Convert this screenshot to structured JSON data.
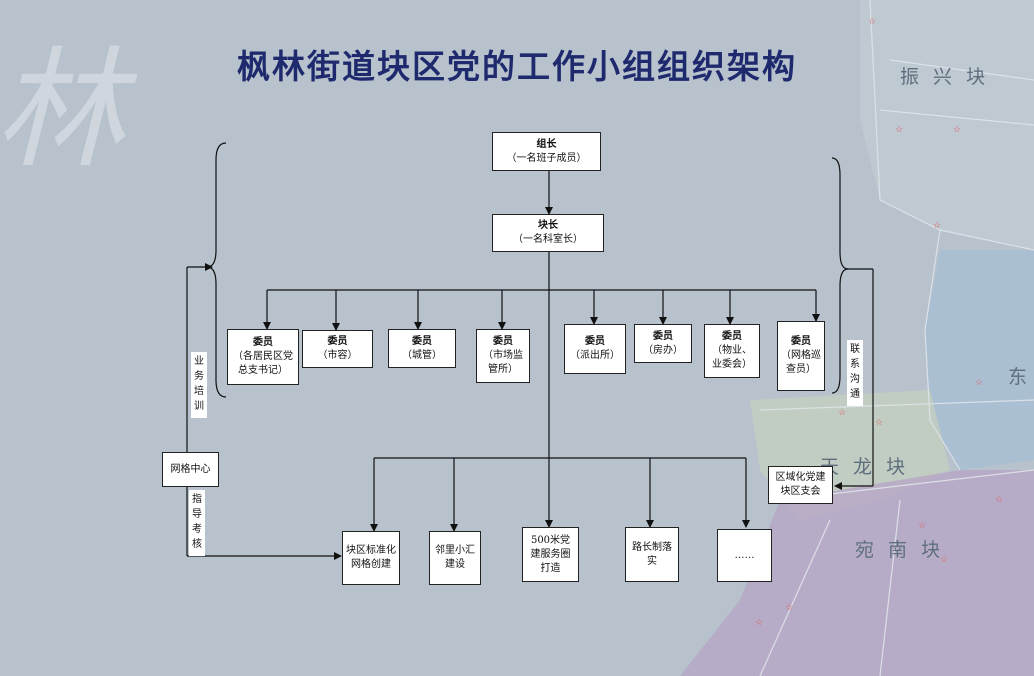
{
  "title": "枫林街道块区党的工作小组组织架构",
  "watermark": "林",
  "leader": {
    "title": "组长",
    "sub": "（一名班子成员）"
  },
  "block_leader": {
    "title": "块长",
    "sub": "（一名科室长）"
  },
  "members": [
    {
      "title": "委员",
      "sub": "（各居民区党总支书记）"
    },
    {
      "title": "委员",
      "sub": "（市容）"
    },
    {
      "title": "委员",
      "sub": "（城管）"
    },
    {
      "title": "委员",
      "sub": "（市场监管所）"
    },
    {
      "title": "委员",
      "sub": "（派出所）"
    },
    {
      "title": "委员",
      "sub": "（房办）"
    },
    {
      "title": "委员",
      "sub": "（物业、业委会）"
    },
    {
      "title": "委员",
      "sub": "（网格巡查员）"
    }
  ],
  "projects": [
    {
      "label": "块区标准化网格创建"
    },
    {
      "label": "邻里小汇建设"
    },
    {
      "label": "500米党建服务圈打造"
    },
    {
      "label": "路长制落实"
    },
    {
      "label": "……"
    }
  ],
  "grid_center": "网格中心",
  "regional_council": "区域化党建块区支会",
  "side_labels": {
    "training": "业务培训",
    "assessment": "指导考核",
    "communication": "联系沟通"
  },
  "map_labels": {
    "zhenxing": "振 兴 块",
    "tianlong": "天 龙 块",
    "wannan": "宛 南 块",
    "dong": "东"
  },
  "colors": {
    "background": "#b7c2cd",
    "title": "#1f2a6e",
    "map_purple": "#b7a8c6",
    "map_blue": "#a8bed2",
    "map_green": "#c3cfbf"
  }
}
